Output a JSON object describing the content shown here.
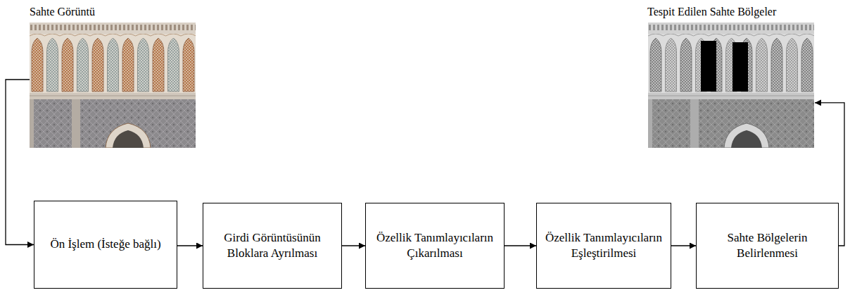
{
  "diagram": {
    "nodes": [
      {
        "text": [
          "Sahte Görüntü"
        ]
      },
      {
        "text": [
          "Tespit Edilen Sahte Bölgeler"
        ]
      },
      {
        "text": [
          "Ön İşlem (İsteğe bağlı)"
        ]
      },
      {
        "text": [
          "Girdi Görüntüsünün Bloklara Ayrılması"
        ]
      },
      {
        "text": [
          "Özellik Tanımlayıcıların Çıkarılması"
        ]
      },
      {
        "text": [
          "Özellik Tanımlayıcıların Eşleştirilmesi"
        ]
      },
      {
        "text": [
          "Sahte Bölgelerin Belirlenmesi"
        ]
      }
    ],
    "edges": [
      {
        "from": 0,
        "to": 2,
        "arrow": "to"
      },
      {
        "from": 2,
        "to": 3,
        "arrow": "to"
      },
      {
        "from": 3,
        "to": 4,
        "arrow": "to"
      },
      {
        "from": 4,
        "to": 5,
        "arrow": "to"
      },
      {
        "from": 5,
        "to": 6,
        "arrow": "to"
      },
      {
        "from": 6,
        "to": 1,
        "arrow": "to"
      }
    ]
  }
}
